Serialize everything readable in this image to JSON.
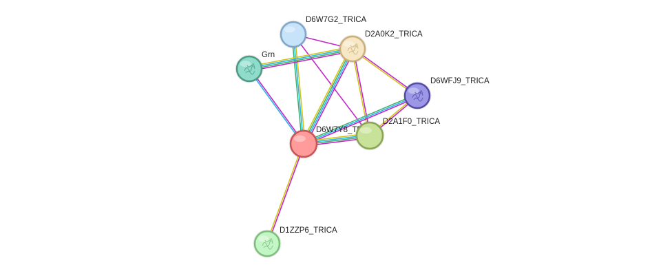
{
  "network": {
    "nodes": [
      {
        "id": "D6W7G2_TRICA",
        "label": "D6W7G2_TRICA",
        "color": "#c6e3fa",
        "border": "#7fa5c8",
        "icon": "none"
      },
      {
        "id": "D2A0K2_TRICA",
        "label": "D2A0K2_TRICA",
        "color": "#f7e7c4",
        "border": "#c9b07a",
        "icon": "protein-structure-icon"
      },
      {
        "id": "Grn",
        "label": "Grn",
        "color": "#8fdccb",
        "border": "#4e9a86",
        "icon": "protein-structure-icon"
      },
      {
        "id": "D6WFJ9_TRICA",
        "label": "D6WFJ9_TRICA",
        "color": "#9c97e6",
        "border": "#544ba6",
        "icon": "protein-structure-icon"
      },
      {
        "id": "D6W7Y8_TRICA",
        "label": "D6W7Y8_TRICA",
        "color": "#ff9b9b",
        "border": "#c95555",
        "icon": "none"
      },
      {
        "id": "D2A1F0_TRICA",
        "label": "D2A1F0_TRICA",
        "color": "#c8e29a",
        "border": "#8aa556",
        "icon": "none"
      },
      {
        "id": "D1ZZP6_TRICA",
        "label": "D1ZZP6_TRICA",
        "color": "#c4f5c4",
        "border": "#7bbf7b",
        "icon": "protein-structure-icon"
      }
    ],
    "edges": [
      {
        "source": "D6W7G2_TRICA",
        "target": "D6W7Y8_TRICA",
        "colors": [
          "#d4c41a",
          "#2cb5e8",
          "#44b06e"
        ]
      },
      {
        "source": "D6W7G2_TRICA",
        "target": "D2A0K2_TRICA",
        "colors": [
          "#c028c6"
        ]
      },
      {
        "source": "D6W7G2_TRICA",
        "target": "D2A1F0_TRICA",
        "colors": [
          "#c028c6"
        ]
      },
      {
        "source": "Grn",
        "target": "D2A0K2_TRICA",
        "colors": [
          "#d4c41a",
          "#2cb5e8",
          "#44b06e",
          "#c028c6"
        ]
      },
      {
        "source": "Grn",
        "target": "D6W7Y8_TRICA",
        "colors": [
          "#c028c6",
          "#2cb5e8"
        ]
      },
      {
        "source": "D2A0K2_TRICA",
        "target": "D6W7Y8_TRICA",
        "colors": [
          "#c028c6",
          "#2cb5e8",
          "#44b06e",
          "#d4c41a"
        ]
      },
      {
        "source": "D2A0K2_TRICA",
        "target": "D2A1F0_TRICA",
        "colors": [
          "#c028c6",
          "#d4c41a"
        ]
      },
      {
        "source": "D2A0K2_TRICA",
        "target": "D6WFJ9_TRICA",
        "colors": [
          "#c028c6",
          "#d4c41a"
        ]
      },
      {
        "source": "D6WFJ9_TRICA",
        "target": "D6W7Y8_TRICA",
        "colors": [
          "#c028c6",
          "#2cb5e8",
          "#44b06e"
        ]
      },
      {
        "source": "D6WFJ9_TRICA",
        "target": "D2A1F0_TRICA",
        "colors": [
          "#c028c6",
          "#d4c41a"
        ]
      },
      {
        "source": "D6W7Y8_TRICA",
        "target": "D2A1F0_TRICA",
        "colors": [
          "#d4c41a",
          "#2cb5e8",
          "#44b06e",
          "#c028c6"
        ]
      },
      {
        "source": "D6W7Y8_TRICA",
        "target": "D1ZZP6_TRICA",
        "colors": [
          "#c028c6",
          "#d4c41a"
        ]
      }
    ]
  }
}
